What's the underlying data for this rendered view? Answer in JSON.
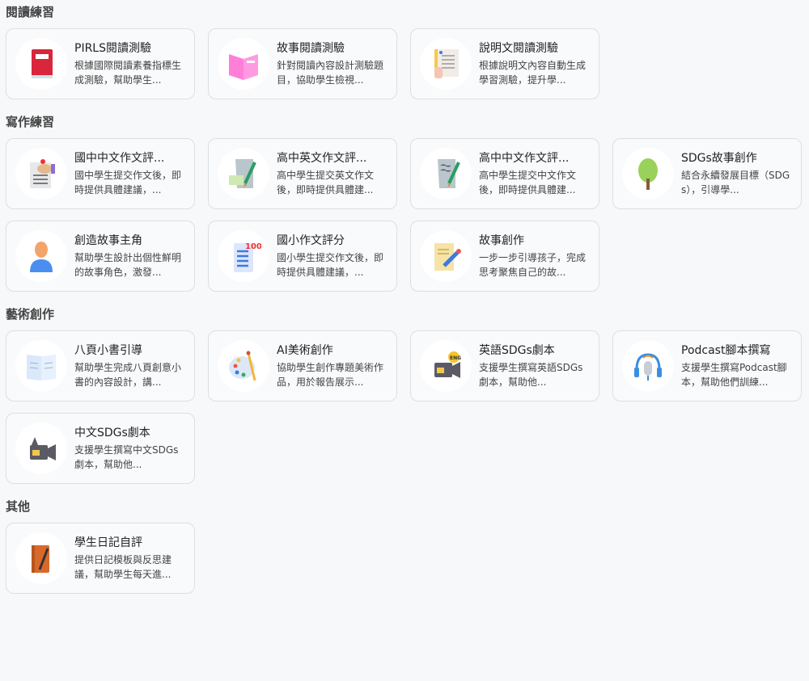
{
  "sections": [
    {
      "title": "閱讀練習",
      "cards": [
        {
          "title": "PIRLS閱讀測驗",
          "desc": "根據國際閱讀素養指標生成測驗，幫助學生...",
          "icon": "red-book-icon"
        },
        {
          "title": "故事閱讀測驗",
          "desc": "針對閱讀內容設計測驗題目，協助學生檢視...",
          "icon": "open-book-icon"
        },
        {
          "title": "說明文閱讀測驗",
          "desc": "根據說明文內容自動生成學習測驗，提升學...",
          "icon": "document-hand-icon"
        }
      ]
    },
    {
      "title": "寫作練習",
      "cards": [
        {
          "title": "國中中文作文評...",
          "desc": "國中學生提交作文後，即時提供具體建議，...",
          "icon": "writing-hand-icon"
        },
        {
          "title": "高中英文作文評...",
          "desc": "高中學生提交英文作文後，即時提供具體建...",
          "icon": "scroll-eng-icon"
        },
        {
          "title": "高中中文作文評...",
          "desc": "高中學生提交中文作文後，即時提供具體建...",
          "icon": "scroll-quill-icon"
        },
        {
          "title": "SDGs故事創作",
          "desc": "結合永續發展目標（SDGs），引導學...",
          "icon": "tree-icon"
        },
        {
          "title": "創造故事主角",
          "desc": "幫助學生設計出個性鮮明的故事角色，激發...",
          "icon": "person-icon"
        },
        {
          "title": "國小作文評分",
          "desc": "國小學生提交作文後，即時提供具體建議，...",
          "icon": "score-100-icon"
        },
        {
          "title": "故事創作",
          "desc": "一步一步引導孩子，完成思考聚焦自己的故...",
          "icon": "paper-pencil-icon"
        }
      ]
    },
    {
      "title": "藝術創作",
      "cards": [
        {
          "title": "八頁小書引導",
          "desc": "幫助學生完成八頁創意小書的內容設計，講...",
          "icon": "booklet-icon"
        },
        {
          "title": "AI美術創作",
          "desc": "協助學生創作專題美術作品，用於報告展示...",
          "icon": "palette-icon"
        },
        {
          "title": "英語SDGs劇本",
          "desc": "支援學生撰寫英語SDGs劇本，幫助他...",
          "icon": "camera-eng-icon"
        },
        {
          "title": "Podcast腳本撰寫",
          "desc": "支援學生撰寫Podcast腳本，幫助他們訓練...",
          "icon": "podcast-mic-icon"
        },
        {
          "title": "中文SDGs劇本",
          "desc": "支援學生撰寫中文SDGs劇本，幫助他...",
          "icon": "camera-icon"
        }
      ]
    },
    {
      "title": "其他",
      "cards": [
        {
          "title": "學生日記自評",
          "desc": "提供日記模板與反思建議，幫助學生每天進...",
          "icon": "diary-pen-icon"
        }
      ]
    }
  ]
}
